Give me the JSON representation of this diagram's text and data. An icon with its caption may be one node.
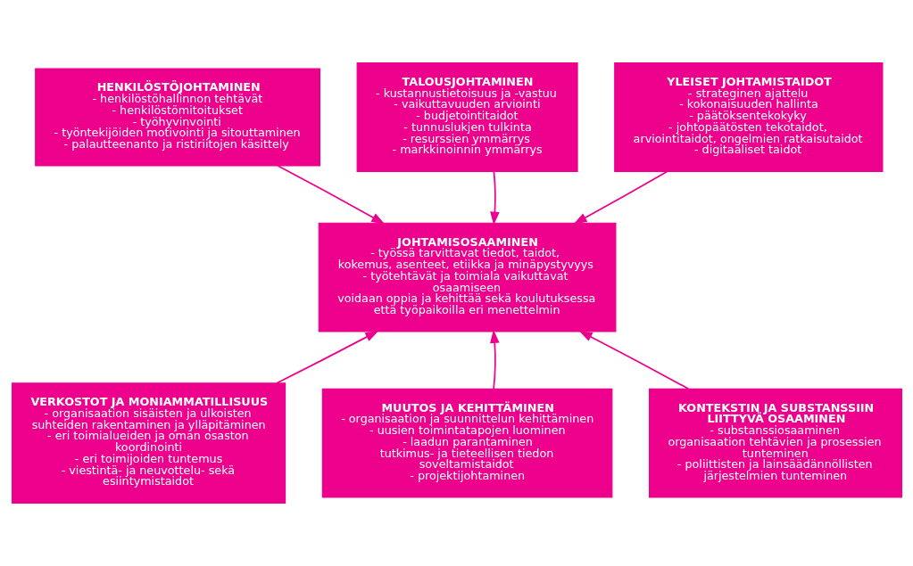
{
  "diagram": {
    "nodes": [
      {
        "text": [
          "HENKILÖSTÖJOHTAMINEN",
          "- henkilöstöhallinnon tehtävät",
          "- henkilöstömitoitukset",
          "- työhyvinvointi",
          "- työntekijöiden motivointi ja sitouttaminen",
          "- palautteenanto ja ristiriitojen käsittely"
        ]
      },
      {
        "text": [
          "TALOUSJOHTAMINEN",
          "- kustannustietoisuus ja -vastuu",
          "- vaikuttavuuden arviointi",
          "- budjetointitaidot",
          "- tunnuslukjen tulkinta",
          "- resurssien ymmärrys",
          "- markkinoinnin ymmärrys"
        ]
      },
      {
        "text": [
          "YLEISET JOHTAMISTAIDOT",
          "- strateginen ajattelu",
          "- kokonaisuuden hallinta",
          "- päätöksentekokyky",
          "- johtopäätösten tekotaidot, arviointitaidot, ongelmien ratkaisutaidot",
          "- digitaaliset taidot"
        ]
      },
      {
        "text": [
          "JOHTAMISOSAAMINEN",
          "- työssä tarvittavat tiedot, taidot, kokemus, asenteet, etiikka ja minäpystyvyys",
          "- työtehtävät ja toimiala vaikuttavat osaamiseen",
          "voidaan oppia ja kehittää sekä koulutuksessa että työpaikoilla eri menettelmin"
        ]
      },
      {
        "text": [
          "VERKOSTOT JA MONIAMMATILLISUUS",
          "- organisaation sisäisten ja ulkoisten suhteiden rakentaminen ja ylläpitäminen",
          "- eri toimialueiden ja oman osaston koordinointi",
          "- eri toimijoiden tuntemus",
          "- viestintä- ja neuvottelu- sekä esiintymistaidot"
        ]
      },
      {
        "text": [
          "MUUTOS JA KEHITTÄMINEN",
          "- organisaation ja suunnittelun kehittäminen",
          "- uusien toimintatapojen luominen",
          "- laadun parantaminen",
          "tutkimus- ja tieteellisen tiedon soveltamistaidot",
          "- projektijohtaminen"
        ]
      },
      {
        "text": [
          "KONTEKSTIN JA SUBSTANSSIIN LIITTYVÄ OSAAMINEN",
          "- substanssiosaaminen",
          "organisaation tehtävien ja prosessien tunteminen",
          "- poliittisten ja lainsäädännöllisten järjestelmien tunteminen"
        ]
      }
    ],
    "edges": [
      {
        "from": 0,
        "to": 3,
        "arrow": "to"
      },
      {
        "from": 1,
        "to": 3,
        "arrow": "to"
      },
      {
        "from": 2,
        "to": 3,
        "arrow": "to"
      },
      {
        "from": 4,
        "to": 3,
        "arrow": "to"
      },
      {
        "from": 5,
        "to": 3,
        "arrow": "to"
      },
      {
        "from": 6,
        "to": 3,
        "arrow": "to"
      }
    ]
  }
}
